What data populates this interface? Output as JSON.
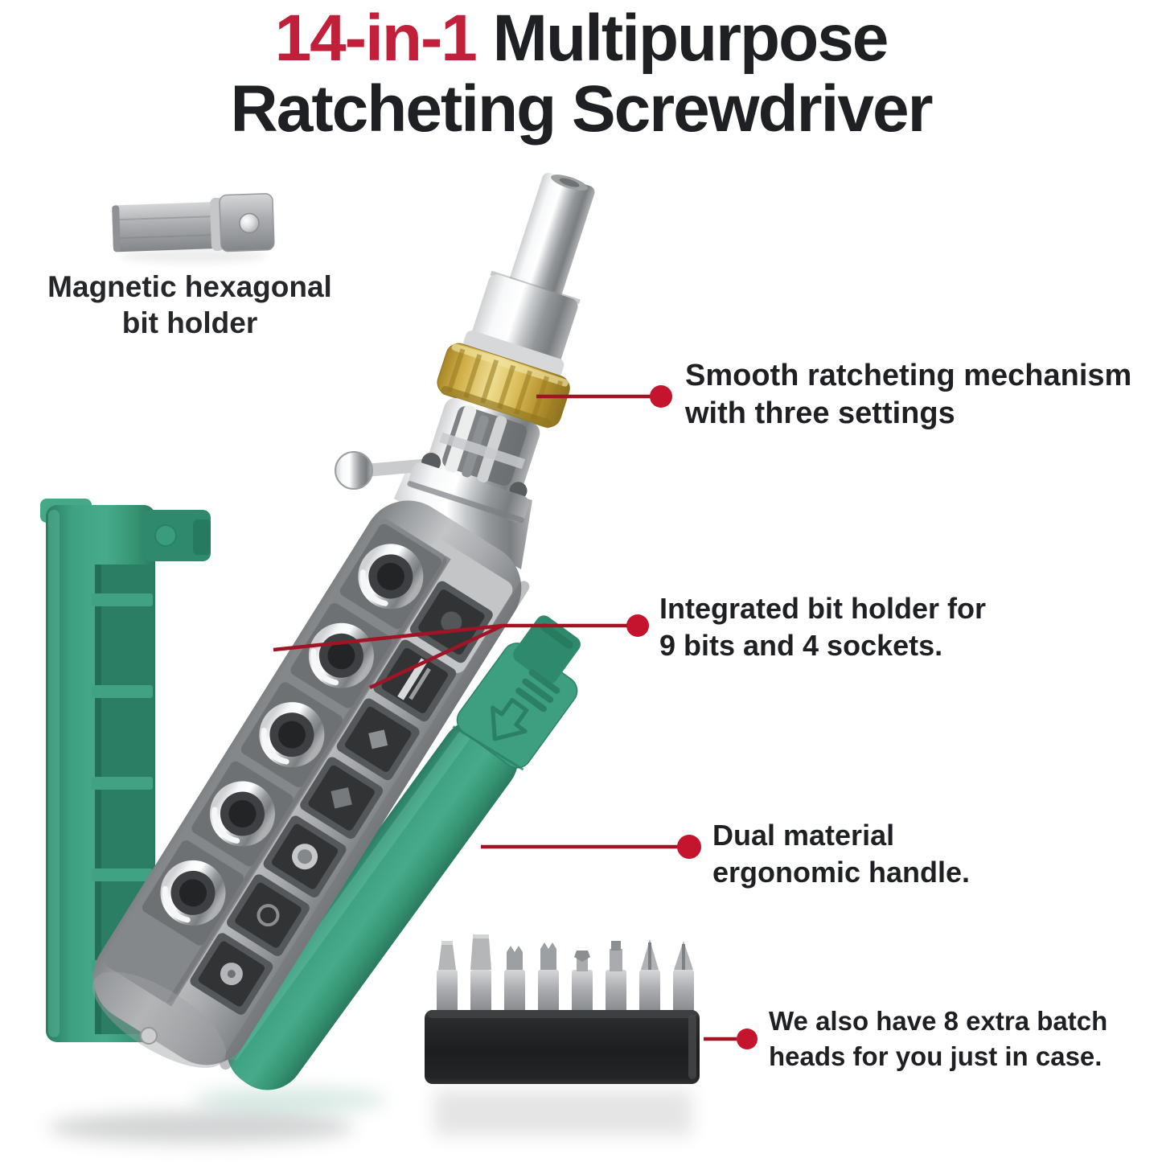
{
  "title": {
    "highlight": "14-in-1",
    "line1_rest": "Multipurpose",
    "line2": "Ratcheting Screwdriver"
  },
  "labels": {
    "magnetic_bit_holder": {
      "line1": "Magnetic hexagonal",
      "line2": "bit holder"
    }
  },
  "callouts": {
    "ratchet": {
      "line1": "Smooth ratcheting mechanism",
      "line2": "with three settings"
    },
    "bit_holder": {
      "line1": "Integrated bit holder for",
      "line2": "9 bits and 4 sockets."
    },
    "handle": {
      "line1": "Dual material",
      "line2": "ergonomic handle."
    },
    "extra_bits": {
      "line1": "We also have 8 extra batch",
      "line2": "heads for you just in case."
    }
  },
  "colors": {
    "accent_red": "#c2203a",
    "callout_line": "#a01425",
    "callout_dot": "#c4142e",
    "handle_green": "#3e9b7c",
    "ratchet_gold": "#d6ba55",
    "body_gray": "#a9acae",
    "bit_strip_black": "#1d1e1f",
    "text_dark": "#1f2023"
  }
}
